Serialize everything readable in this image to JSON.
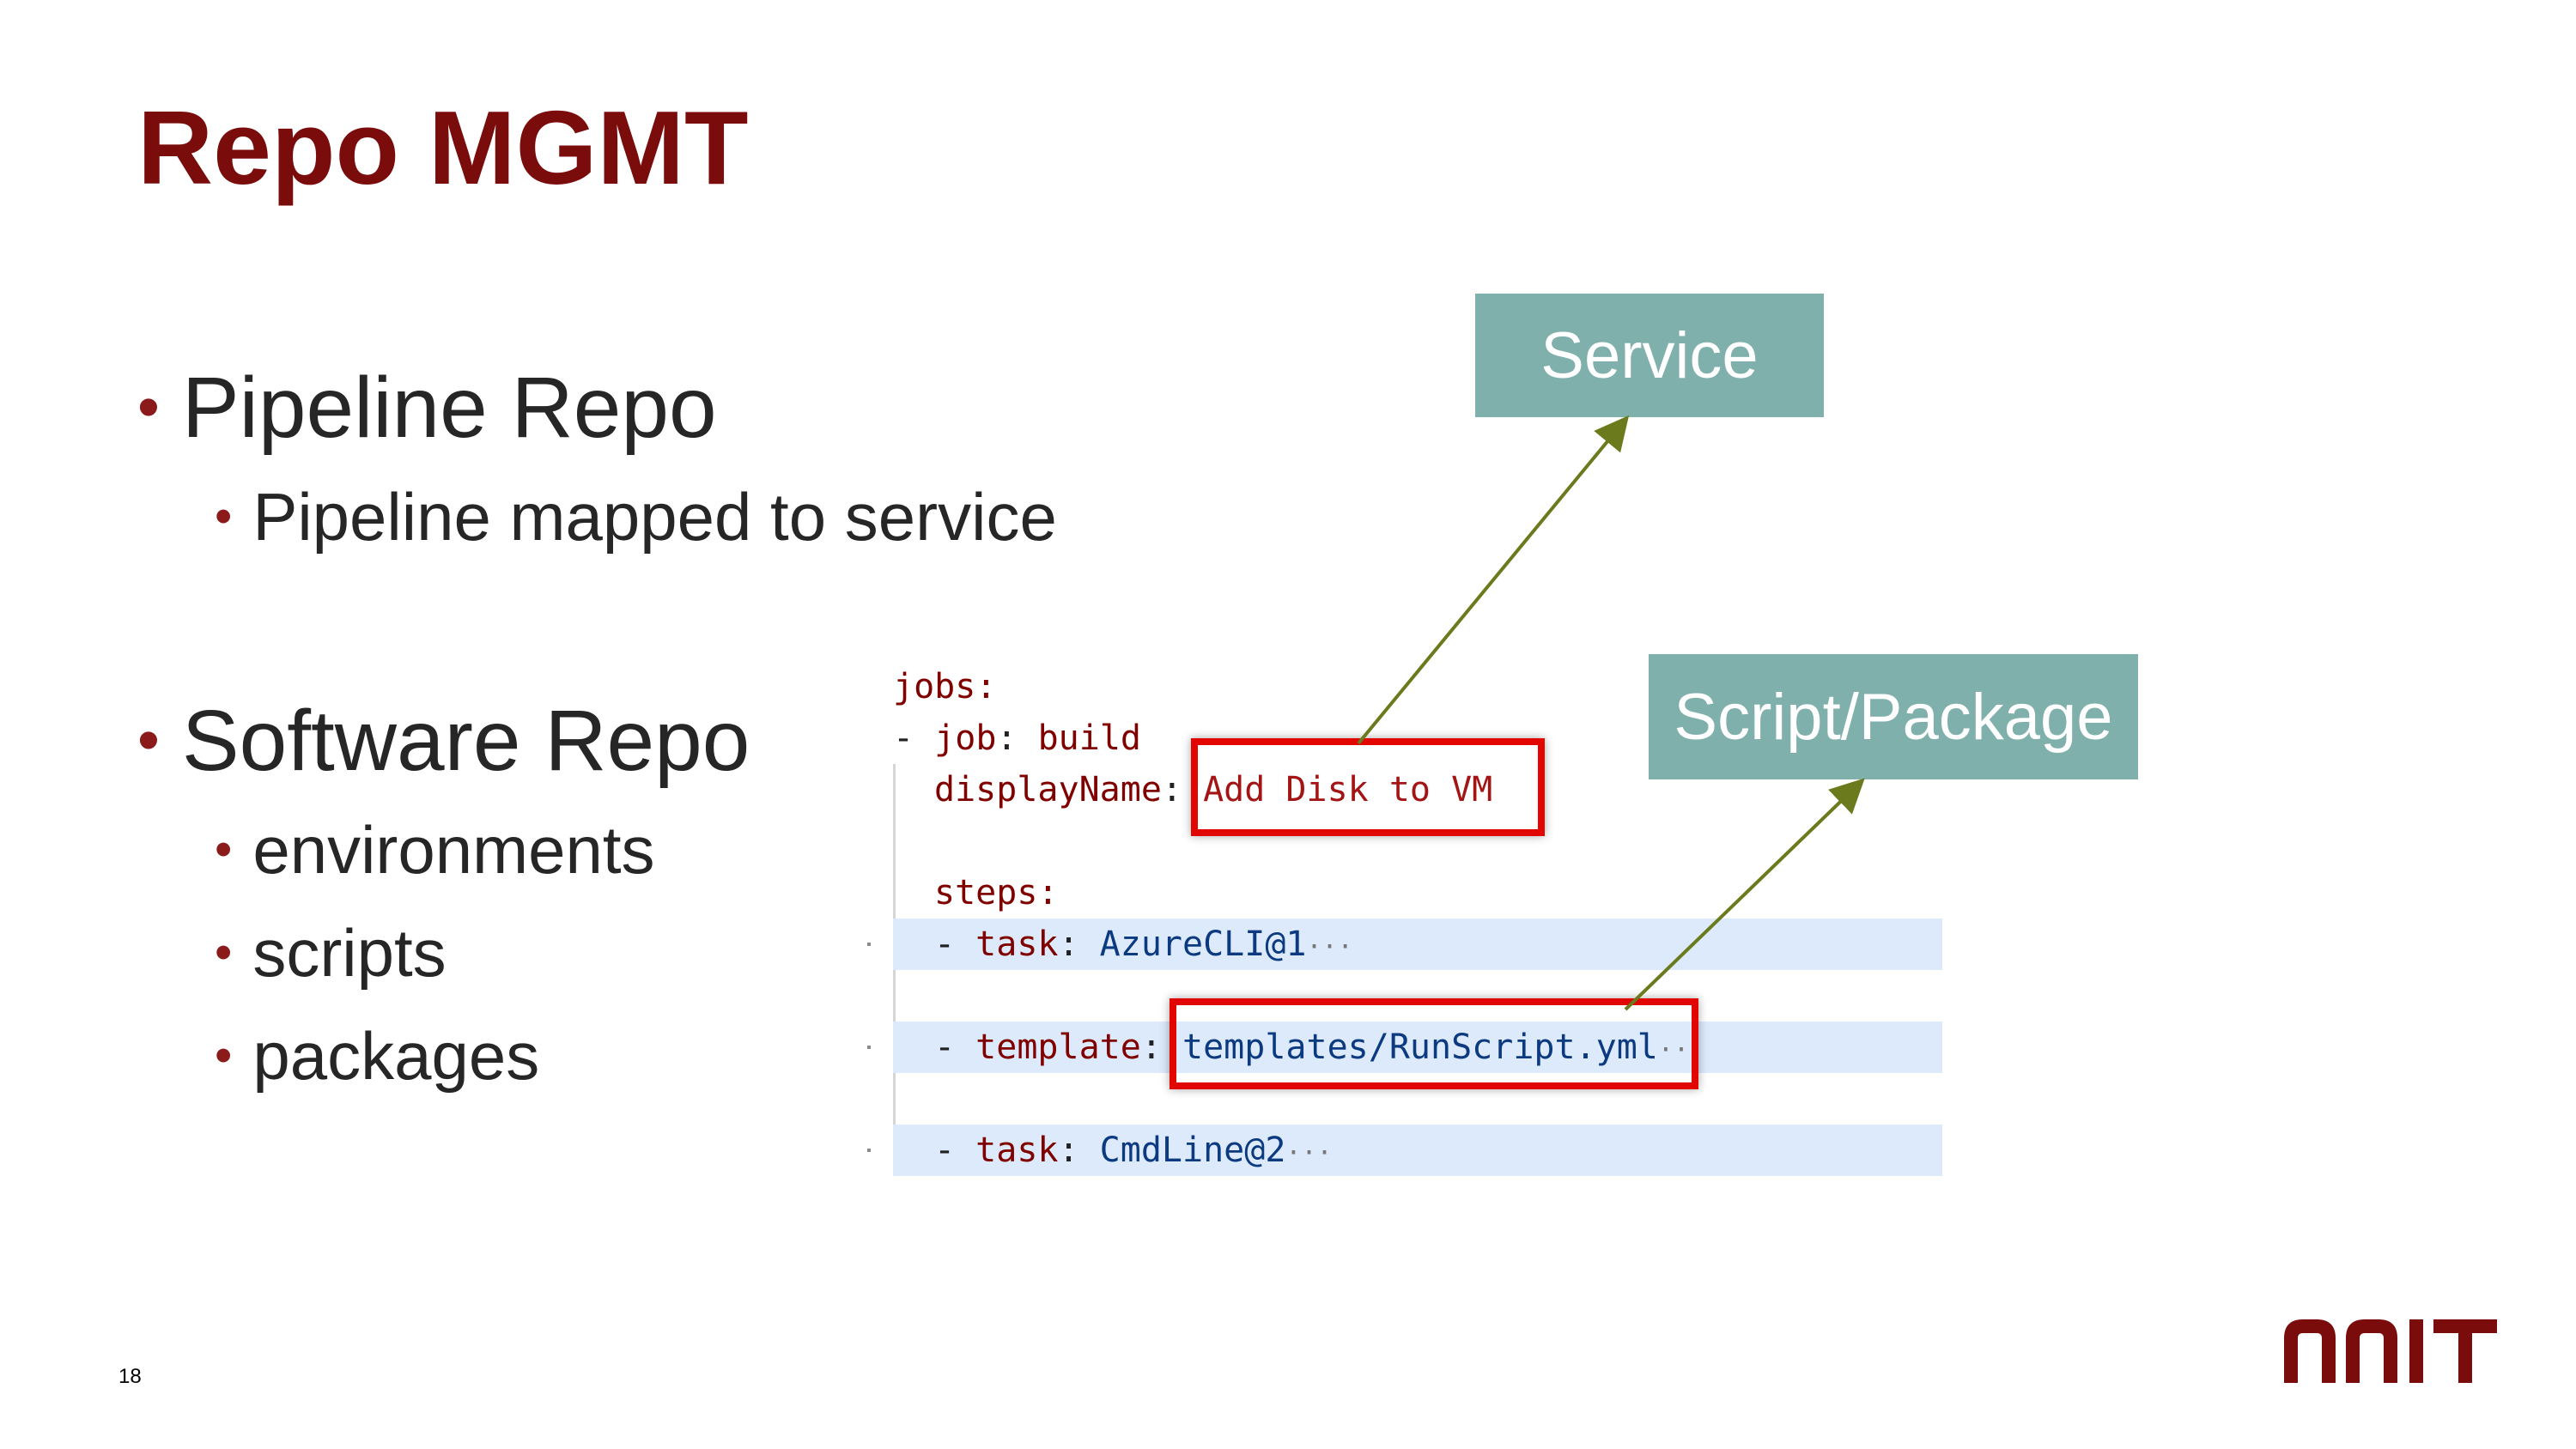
{
  "slide": {
    "title": "Repo MGMT",
    "page_number": "18",
    "logo_text": "NNIT"
  },
  "bullets": [
    {
      "level": 1,
      "text": "Pipeline Repo"
    },
    {
      "level": 2,
      "text": "Pipeline mapped to service"
    },
    {
      "level": 1,
      "text": "Software Repo"
    },
    {
      "level": 2,
      "text": "environments"
    },
    {
      "level": 2,
      "text": "scripts"
    },
    {
      "level": 2,
      "text": "packages"
    }
  ],
  "code": {
    "l1_key": "jobs:",
    "l2_dash": "- ",
    "l2_key": "job",
    "l2_colon": ": ",
    "l2_val": "build",
    "l3_key": "displayName",
    "l3_colon": ": ",
    "l3_val": "Add Disk to VM",
    "l4_key": "steps:",
    "l5_dash": "- ",
    "l5_key": "task",
    "l5_colon": ": ",
    "l5_val": "AzureCLI@1",
    "l6_dash": "- ",
    "l6_key": "template",
    "l6_colon": ": ",
    "l6_val": "templates/RunScript.yml",
    "l7_dash": "- ",
    "l7_key": "task",
    "l7_colon": ": ",
    "l7_val": "CmdLine@2",
    "ellipsis": "···"
  },
  "callouts": {
    "service": "Service",
    "script_package": "Script/Package"
  },
  "colors": {
    "title": "#7a0c0c",
    "callout_fill": "#7fb0ac",
    "arrow": "#6b7a1c",
    "highlight_border": "#e10600"
  }
}
